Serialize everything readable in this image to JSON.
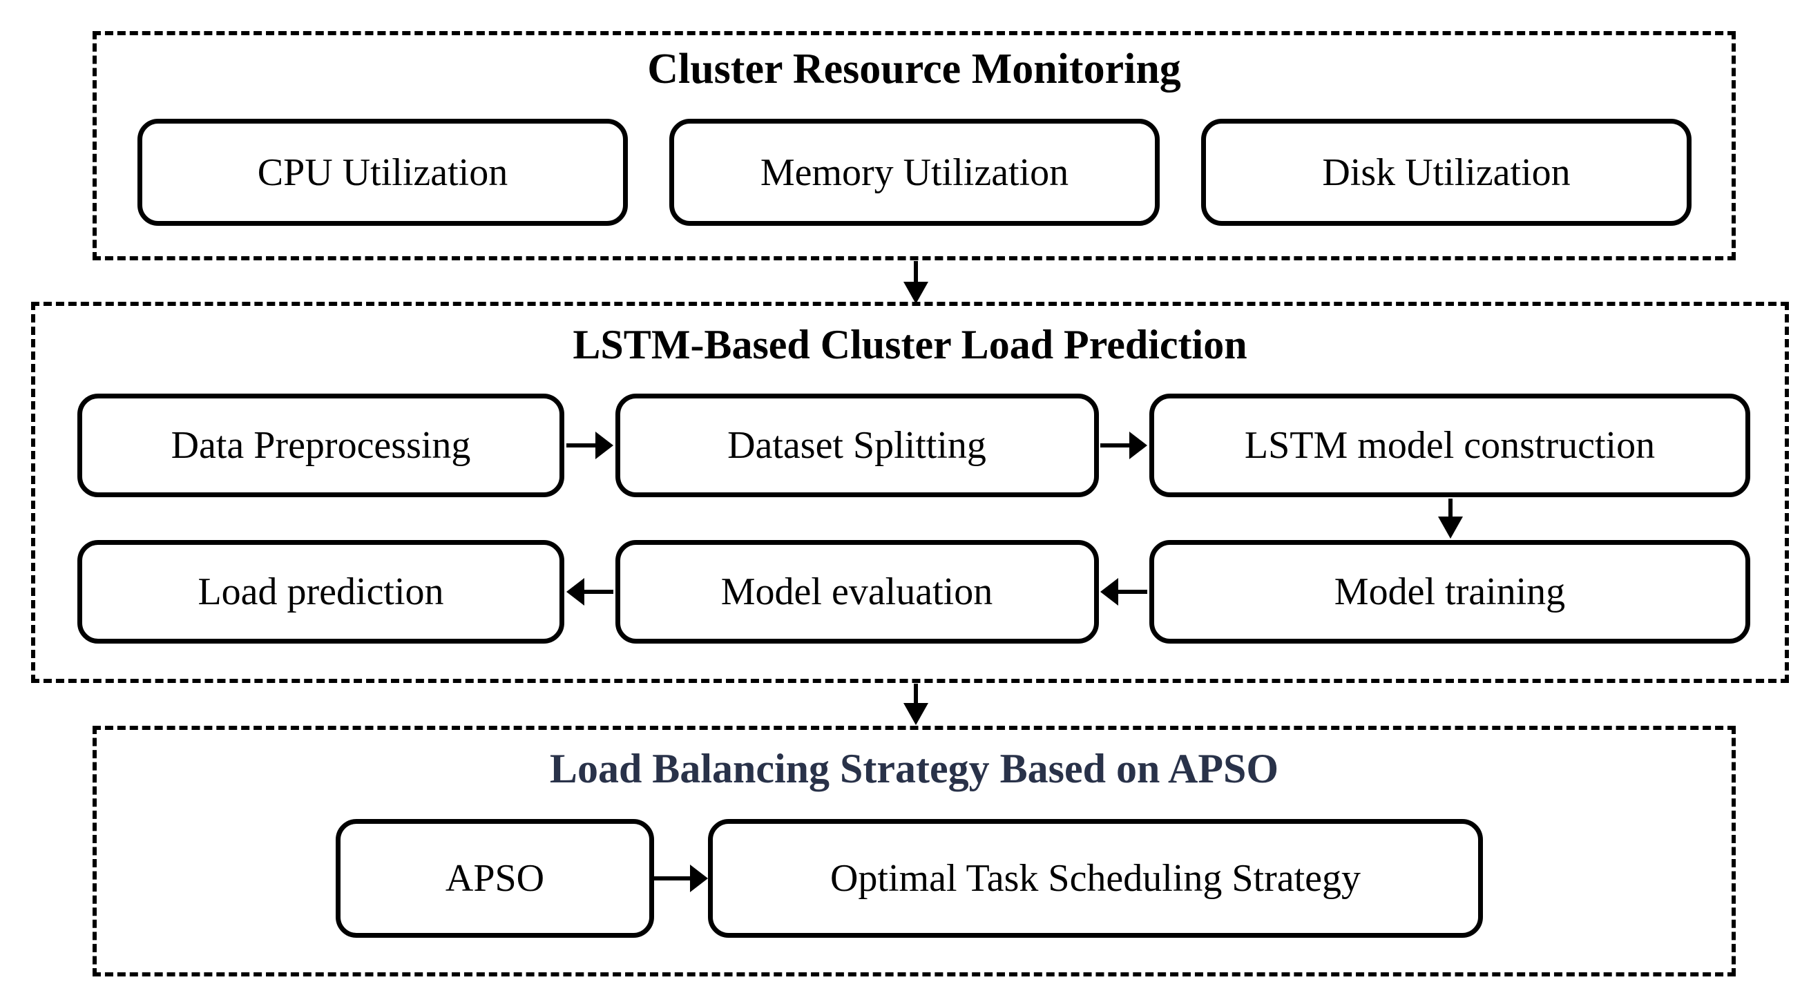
{
  "figure": {
    "type": "flowchart",
    "background": "#ffffff"
  },
  "colors": {
    "stroke": "#000000",
    "text": "#000000",
    "balancing_title": "#293249"
  },
  "icons": {
    "down_arrow": "arrow-down-icon",
    "right_arrow": "arrow-right-icon",
    "left_arrow": "arrow-left-icon"
  },
  "sections": {
    "monitoring": {
      "title": "Cluster Resource Monitoring",
      "boxes": [
        "CPU Utilization",
        "Memory Utilization",
        "Disk Utilization"
      ]
    },
    "prediction": {
      "title": "LSTM-Based Cluster Load Prediction",
      "row1": [
        "Data Preprocessing",
        "Dataset Splitting",
        "LSTM model construction"
      ],
      "row2": [
        "Load prediction",
        "Model evaluation",
        "Model training"
      ]
    },
    "balancing": {
      "title": "Load Balancing Strategy Based on APSO",
      "boxes": [
        "APSO",
        "Optimal Task Scheduling Strategy"
      ]
    }
  }
}
